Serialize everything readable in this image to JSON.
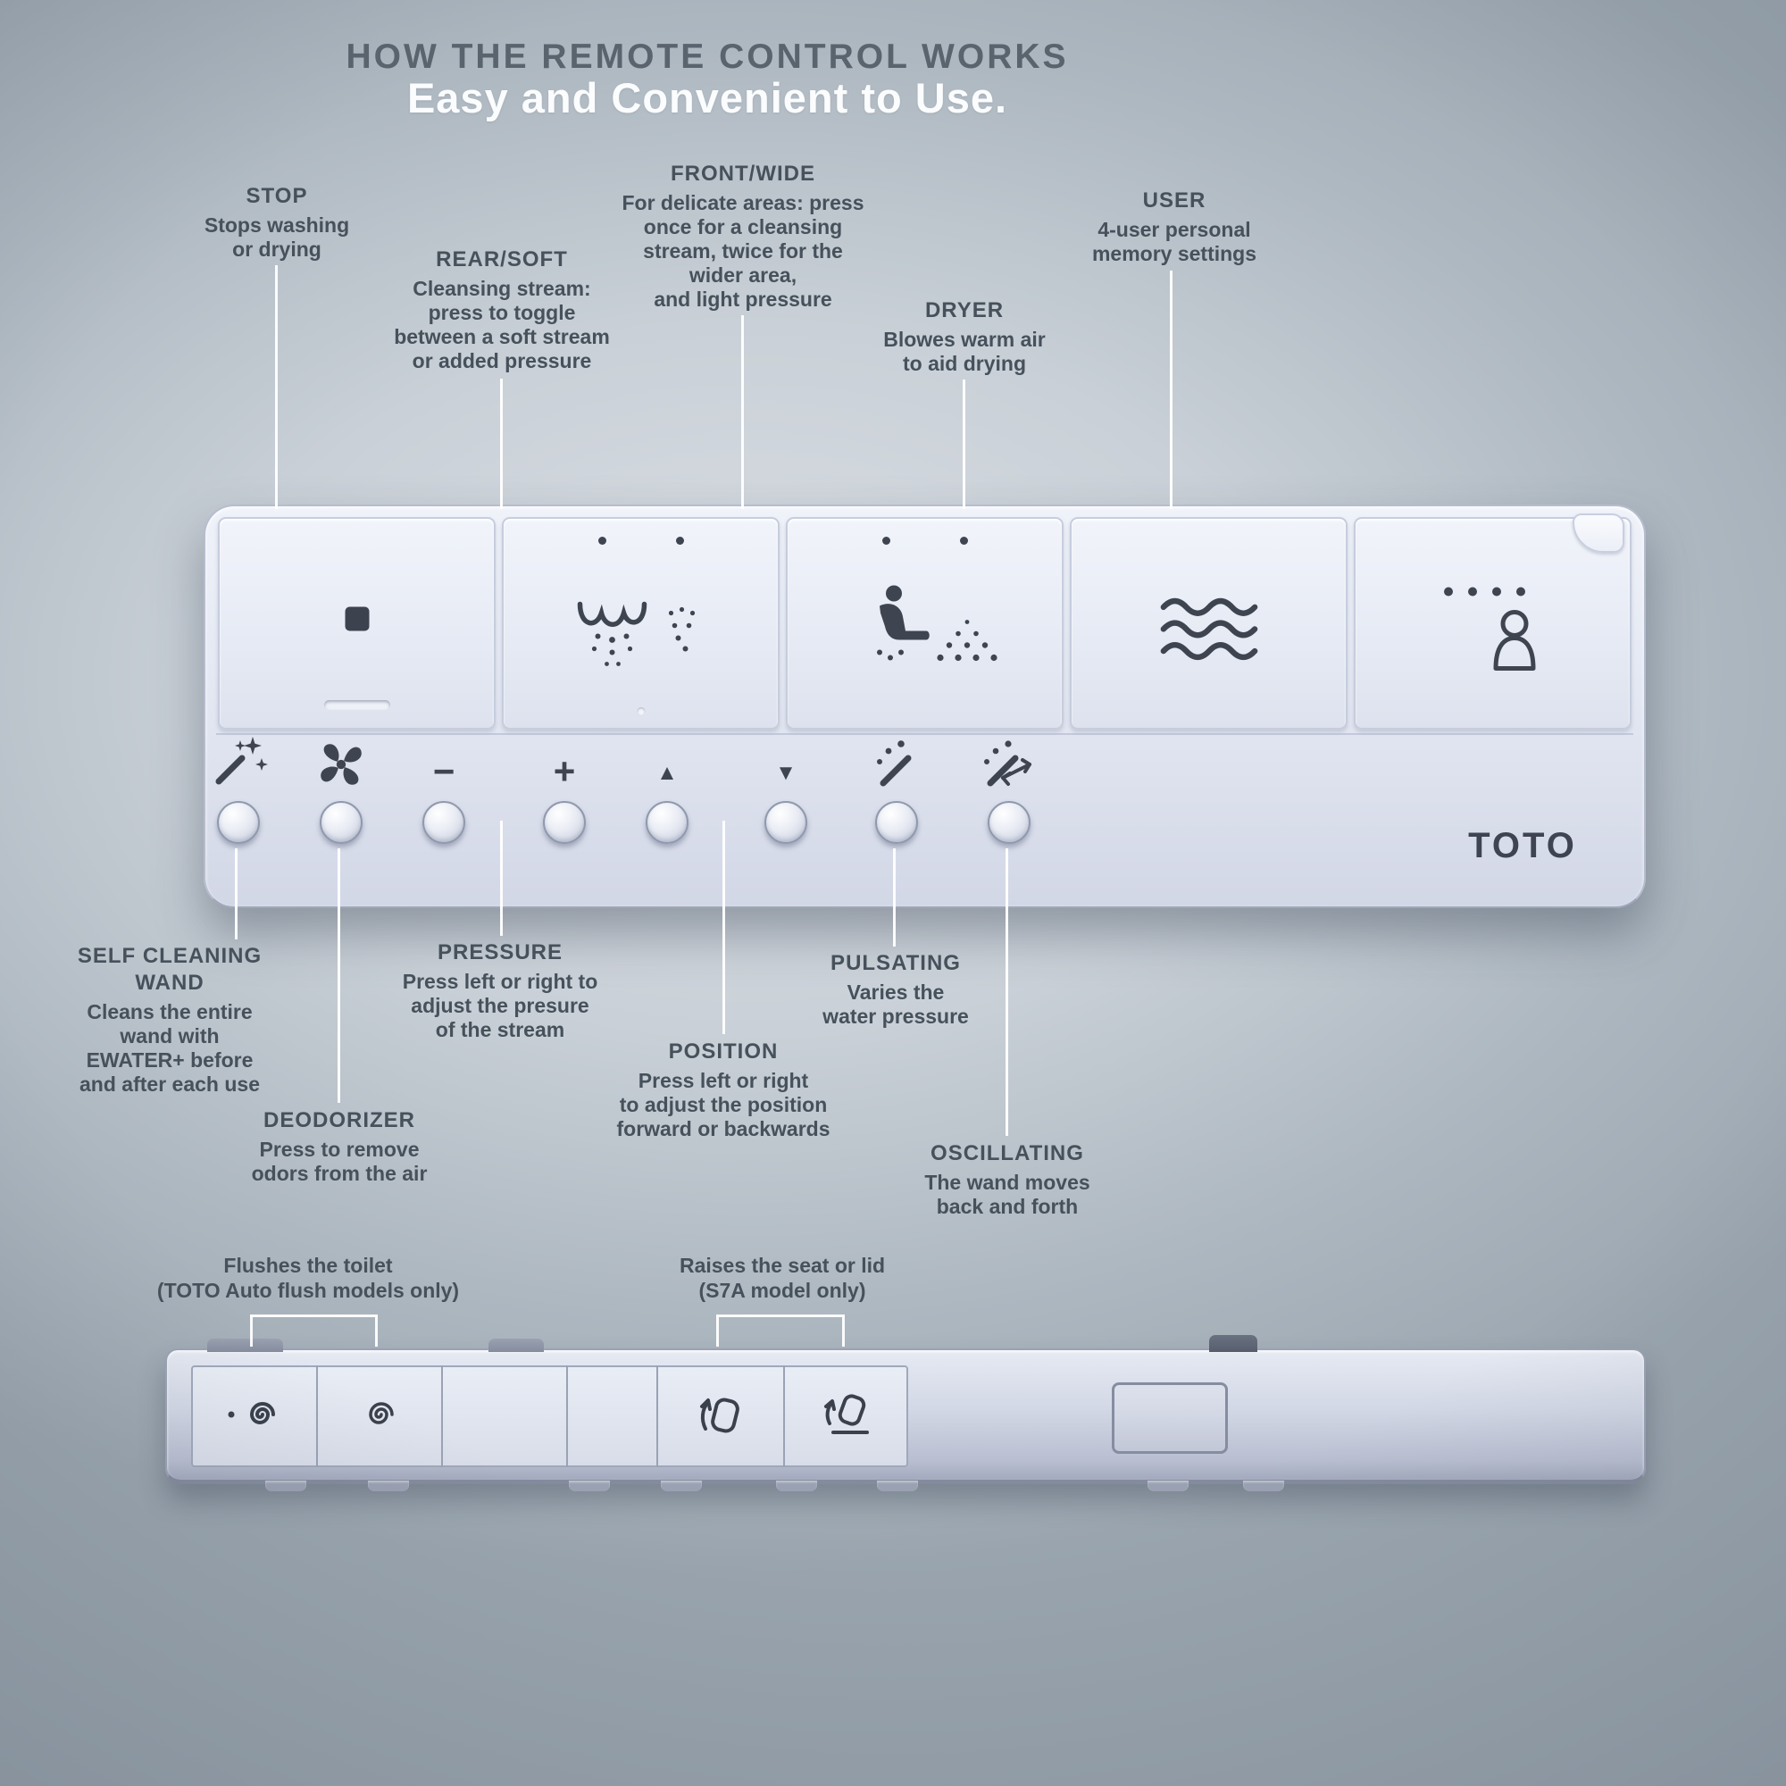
{
  "header": {
    "title": "HOW THE REMOTE CONTROL WORKS",
    "subtitle": "Easy and Convenient to Use."
  },
  "colors": {
    "background": "#c3ccd4",
    "remote_body": "#e6eaf4",
    "icon_dark": "#3f4550",
    "text_dark": "#46515b",
    "title_gray": "#5a646e",
    "subtitle_white": "#fbfcfd",
    "leader_line": "#ffffff"
  },
  "remote_front": {
    "brand": "TOTO",
    "main_buttons": [
      {
        "id": "stop",
        "icon": "stop-square-icon"
      },
      {
        "id": "rear-soft",
        "icon": "rear-soft-spray-icon"
      },
      {
        "id": "front-wide",
        "icon": "front-wide-spray-icon"
      },
      {
        "id": "dryer",
        "icon": "dryer-waves-icon"
      },
      {
        "id": "user",
        "icon": "user-memory-icon"
      }
    ],
    "small_buttons": [
      {
        "id": "self-cleaning-wand",
        "icon": "wand-sparkle-icon"
      },
      {
        "id": "deodorizer",
        "icon": "fan-icon"
      },
      {
        "id": "pressure-down",
        "icon": "minus-icon",
        "glyph": "−"
      },
      {
        "id": "pressure-up",
        "icon": "plus-icon",
        "glyph": "+"
      },
      {
        "id": "position-forward",
        "icon": "triangle-up-icon",
        "glyph": "▲"
      },
      {
        "id": "position-back",
        "icon": "triangle-down-icon",
        "glyph": "▼"
      },
      {
        "id": "pulsating",
        "icon": "pulsating-spray-icon"
      },
      {
        "id": "oscillating",
        "icon": "oscillating-spray-icon"
      }
    ]
  },
  "callouts": {
    "stop": {
      "title": "STOP",
      "body": "Stops washing\nor drying"
    },
    "rear_soft": {
      "title": "REAR/SOFT",
      "body": "Cleansing stream:\npress to toggle\nbetween a soft stream\nor added pressure"
    },
    "front_wide": {
      "title": "FRONT/WIDE",
      "body": "For delicate areas: press\nonce for a cleansing\nstream, twice for the\nwider area,\nand light pressure"
    },
    "dryer": {
      "title": "DRYER",
      "body": "Blowes warm air\nto aid drying"
    },
    "user": {
      "title": "USER",
      "body": "4-user personal\nmemory settings"
    },
    "self_cleaning_wand": {
      "title": "SELF CLEANING\nWAND",
      "body": "Cleans the entire\nwand with\nEWATER+ before\nand after each use"
    },
    "deodorizer": {
      "title": "DEODORIZER",
      "body": "Press to remove\nodors from the air"
    },
    "pressure": {
      "title": "PRESSURE",
      "body": "Press left or right to\nadjust the presure\nof the stream"
    },
    "position": {
      "title": "POSITION",
      "body": "Press left or right\nto adjust the position\nforward or backwards"
    },
    "pulsating": {
      "title": "PULSATING",
      "body": "Varies the\nwater pressure"
    },
    "oscillating": {
      "title": "OSCILLATING",
      "body": "The wand moves\nback and forth"
    }
  },
  "bottom_view": {
    "labels": {
      "flush": "Flushes the toilet\n(TOTO Auto flush models only)",
      "seat": "Raises the seat or lid\n(S7A model only)"
    },
    "buttons": [
      {
        "id": "auto-flush",
        "icon": "flush-swirl-dot-icon"
      },
      {
        "id": "flush",
        "icon": "flush-swirl-icon"
      },
      {
        "id": "raise-seat",
        "icon": "seat-up-icon"
      },
      {
        "id": "raise-lid",
        "icon": "lid-up-icon"
      }
    ]
  }
}
